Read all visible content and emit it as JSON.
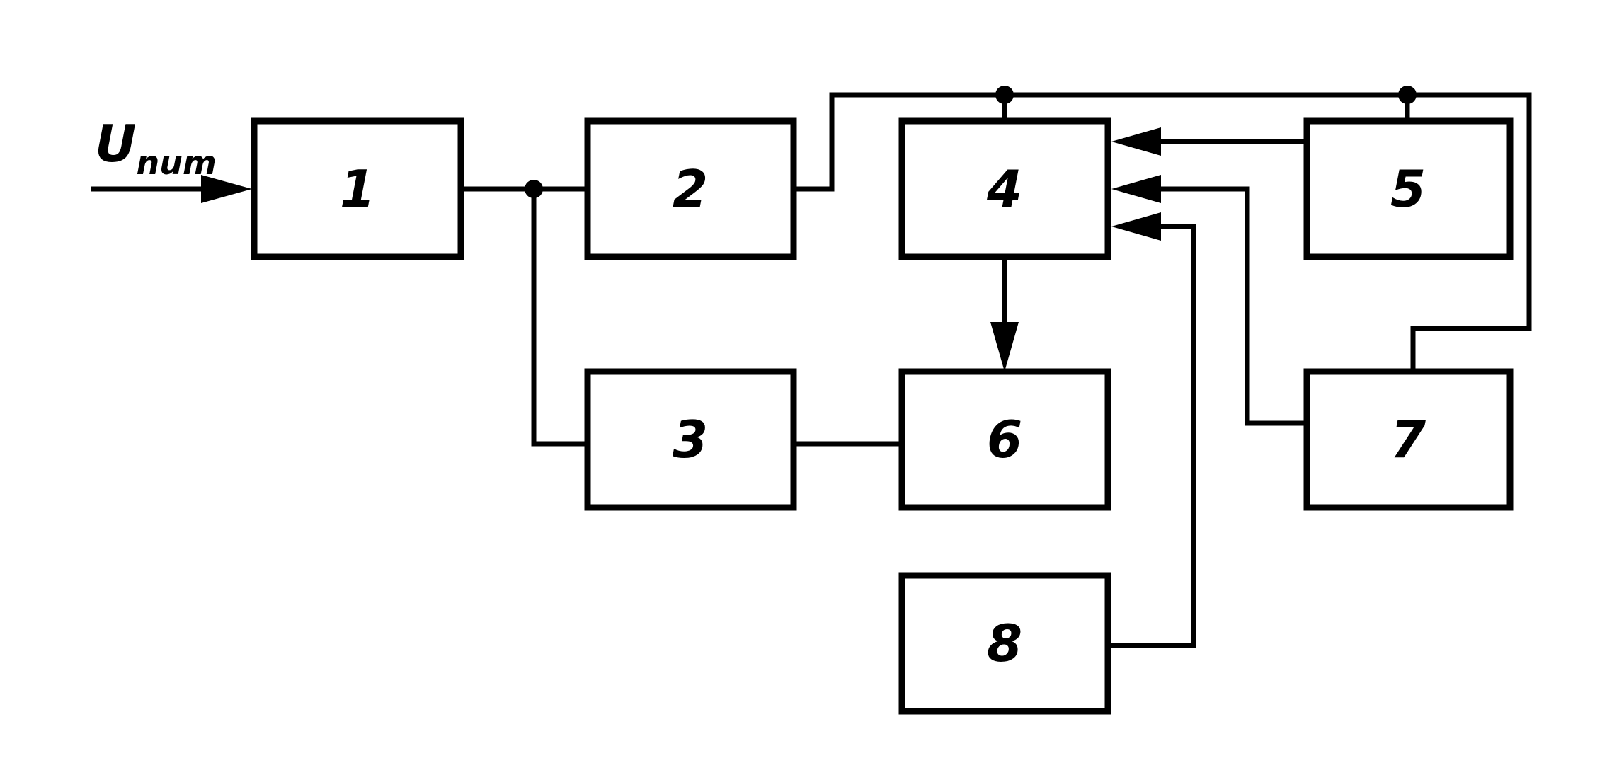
{
  "input_signal": {
    "symbol": "U",
    "subscript": "num"
  },
  "blocks": [
    {
      "id": "1",
      "label": "1"
    },
    {
      "id": "2",
      "label": "2"
    },
    {
      "id": "3",
      "label": "3"
    },
    {
      "id": "4",
      "label": "4"
    },
    {
      "id": "5",
      "label": "5"
    },
    {
      "id": "6",
      "label": "6"
    },
    {
      "id": "7",
      "label": "7"
    },
    {
      "id": "8",
      "label": "8"
    }
  ],
  "connections": [
    {
      "from": "input",
      "to": "1",
      "arrow": true
    },
    {
      "from": "1",
      "to": "2",
      "arrow": false
    },
    {
      "from": "1",
      "to": "3",
      "arrow": false
    },
    {
      "from": "2",
      "to": "4",
      "arrow": false
    },
    {
      "from": "2",
      "to": "5",
      "arrow": false
    },
    {
      "from": "2",
      "to": "7",
      "arrow": false
    },
    {
      "from": "5",
      "to": "4",
      "arrow": true
    },
    {
      "from": "7",
      "to": "4",
      "arrow": true
    },
    {
      "from": "8",
      "to": "4",
      "arrow": true
    },
    {
      "from": "4",
      "to": "6",
      "arrow": true
    },
    {
      "from": "3",
      "to": "6",
      "arrow": false
    }
  ]
}
